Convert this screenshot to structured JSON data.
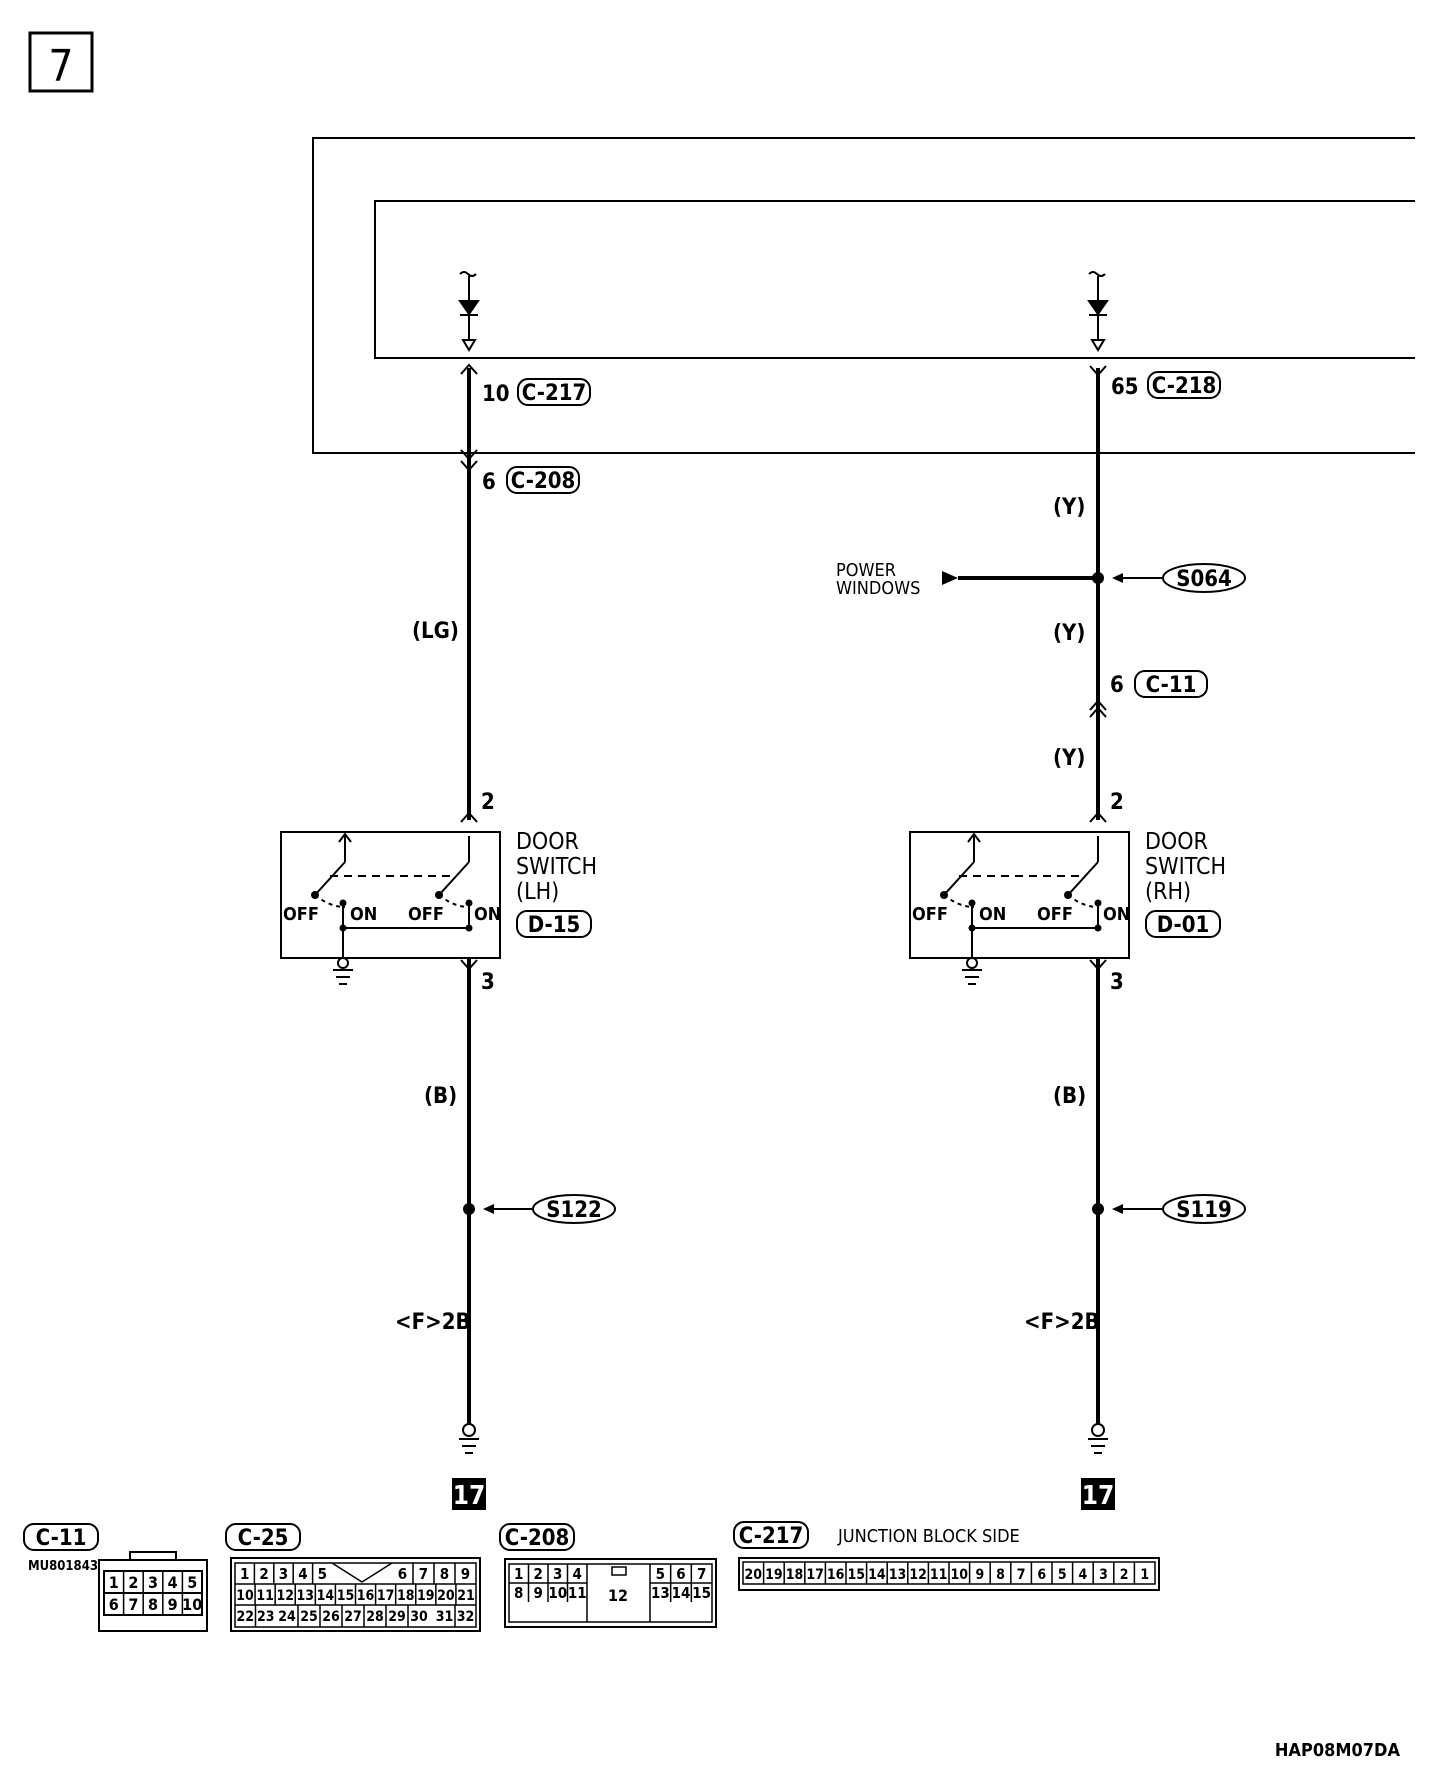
{
  "page_number": "7",
  "footer_code": "HAP08M07DA",
  "terminals": {
    "c217_pin": "10",
    "c217": "C-217",
    "c218_pin": "65",
    "c218": "C-218",
    "c208_pin": "6",
    "c208": "C-208",
    "c11_pin": "6",
    "c11": "C-11"
  },
  "wires": {
    "left_upper": "(LG)",
    "left_lower": "(B)",
    "right_y1": "(Y)",
    "right_y2": "(Y)",
    "right_y3": "(Y)",
    "right_lower": "(B)"
  },
  "power_windows": {
    "line1": "POWER",
    "line2": "WINDOWS"
  },
  "splices": {
    "s064": "S064",
    "s122": "S122",
    "s119": "S119"
  },
  "switch_lh": {
    "pin_top": "2",
    "pin_bottom": "3",
    "title1": "DOOR",
    "title2": "SWITCH",
    "side": "(LH)",
    "connector": "D-15",
    "off": "OFF",
    "on": "ON"
  },
  "switch_rh": {
    "pin_top": "2",
    "pin_bottom": "3",
    "title1": "DOOR",
    "title2": "SWITCH",
    "side": "(RH)",
    "connector": "D-01",
    "off": "OFF",
    "on": "ON"
  },
  "ground": {
    "left_ref": "<F>2B",
    "right_ref": "<F>2B",
    "page_ref": "17"
  },
  "connectors": {
    "c11": {
      "label": "C-11",
      "part_no": "MU801843",
      "row1": [
        "1",
        "2",
        "3",
        "4",
        "5"
      ],
      "row2": [
        "6",
        "7",
        "8",
        "9",
        "10"
      ]
    },
    "c25": {
      "label": "C-25",
      "row1": [
        "1",
        "2",
        "3",
        "4",
        "5",
        "6",
        "7",
        "8",
        "9"
      ],
      "row2": [
        "10",
        "11",
        "12",
        "13",
        "14",
        "15",
        "16",
        "17",
        "18",
        "19",
        "20",
        "21"
      ],
      "row3": [
        "22",
        "23",
        "24",
        "25",
        "26",
        "27",
        "28",
        "29",
        "30",
        "31",
        "32"
      ]
    },
    "c208": {
      "label": "C-208",
      "row1": [
        "1",
        "2",
        "3",
        "4",
        "5",
        "6",
        "7"
      ],
      "row2": [
        "8",
        "9",
        "10",
        "11",
        "13",
        "14",
        "15"
      ],
      "center": "12"
    },
    "c217": {
      "label": "C-217",
      "side": "JUNCTION BLOCK SIDE",
      "pins": [
        "20",
        "19",
        "18",
        "17",
        "16",
        "15",
        "14",
        "13",
        "12",
        "11",
        "10",
        "9",
        "8",
        "7",
        "6",
        "5",
        "4",
        "3",
        "2",
        "1"
      ]
    }
  }
}
